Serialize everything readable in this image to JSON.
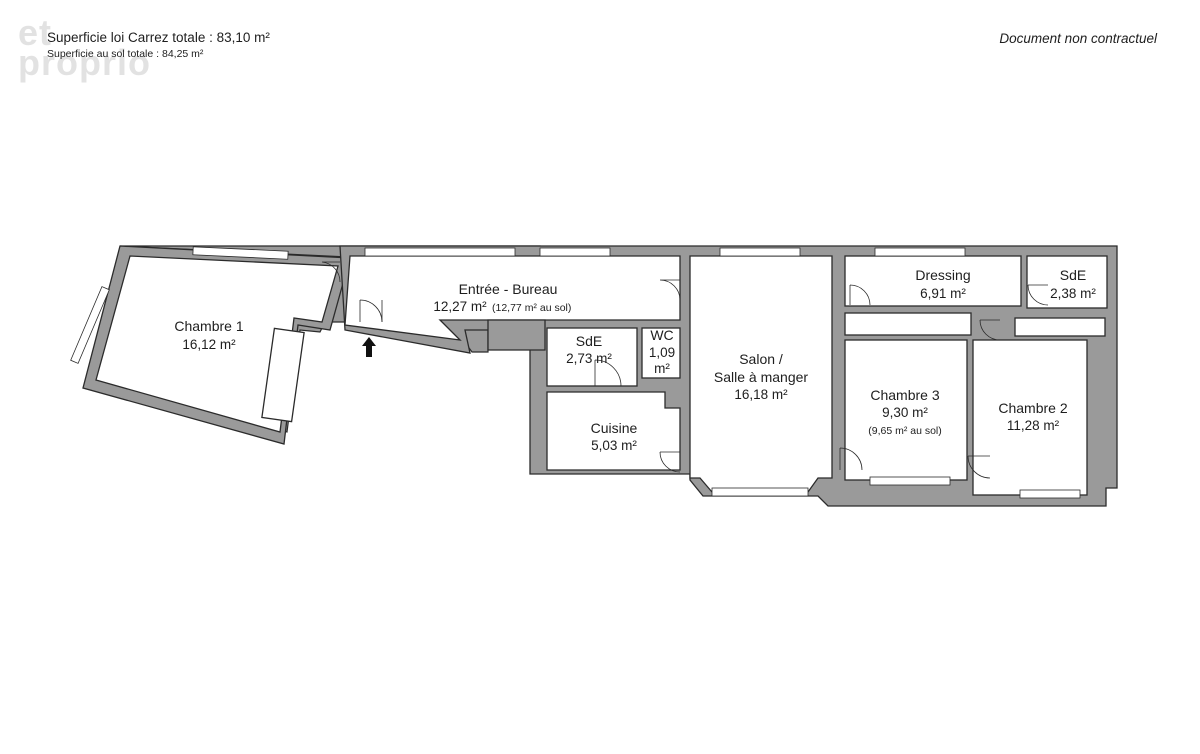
{
  "header": {
    "carrez_total": "Superficie loi Carrez totale :  83,10 m²",
    "sol_total": "Superficie au sol totale : 84,25 m²",
    "disclaimer": "Document non contractuel",
    "logo_line1": "et",
    "logo_line2": "proprio"
  },
  "rooms": {
    "chambre1": {
      "name": "Chambre 1",
      "area": "16,12 m²"
    },
    "entree": {
      "name": "Entrée - Bureau",
      "area": "12,27 m²",
      "sub": "(12,77 m² au sol)"
    },
    "sde1": {
      "name": "SdE",
      "area": "2,73 m²"
    },
    "wc": {
      "name": "WC",
      "area_line1": "1,09",
      "area_line2": "m²"
    },
    "cuisine": {
      "name": "Cuisine",
      "area": "5,03 m²"
    },
    "salon": {
      "name_line1": "Salon /",
      "name_line2": "Salle à manger",
      "area": "16,18 m²"
    },
    "dressing": {
      "name": "Dressing",
      "area": "6,91 m²"
    },
    "sde2": {
      "name": "SdE",
      "area": "2,38 m²"
    },
    "chambre3": {
      "name": "Chambre 3",
      "area": "9,30 m²",
      "sub": "(9,65 m² au sol)"
    },
    "chambre2": {
      "name": "Chambre 2",
      "area": "11,28 m²"
    }
  },
  "colors": {
    "wall": "#9a9a9a",
    "wall_stroke": "#2b2b2b",
    "text": "#1e1e1e"
  },
  "icons": {
    "entrance": "entrance-arrow-icon"
  }
}
